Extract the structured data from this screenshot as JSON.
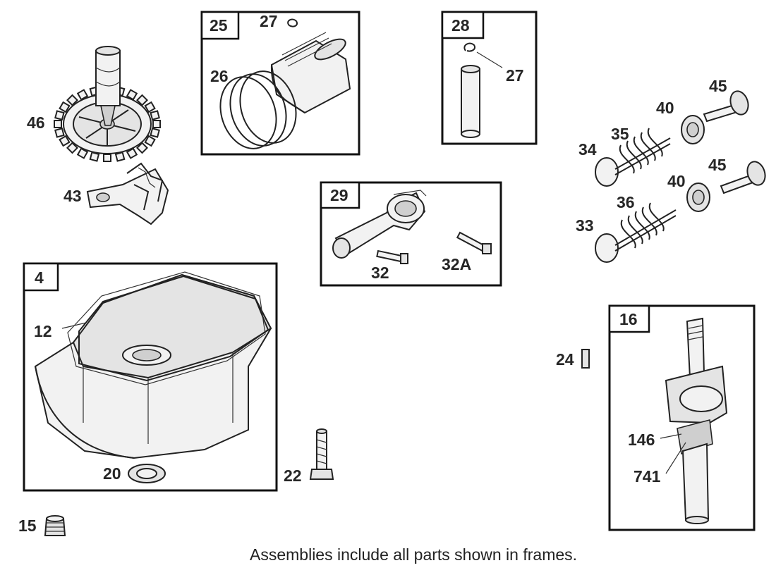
{
  "caption": "Assemblies include all parts shown in frames.",
  "frames": {
    "f25": "25",
    "f28": "28",
    "f29": "29",
    "f4": "4",
    "f16": "16"
  },
  "labels": {
    "l46": "46",
    "l43": "43",
    "l27a": "27",
    "l26": "26",
    "l27b": "27",
    "l45a": "45",
    "l40a": "40",
    "l35": "35",
    "l34": "34",
    "l45b": "45",
    "l40b": "40",
    "l36": "36",
    "l33": "33",
    "l32": "32",
    "l32a": "32A",
    "l12": "12",
    "l20": "20",
    "l22": "22",
    "l24": "24",
    "l146": "146",
    "l741": "741",
    "l15": "15"
  }
}
